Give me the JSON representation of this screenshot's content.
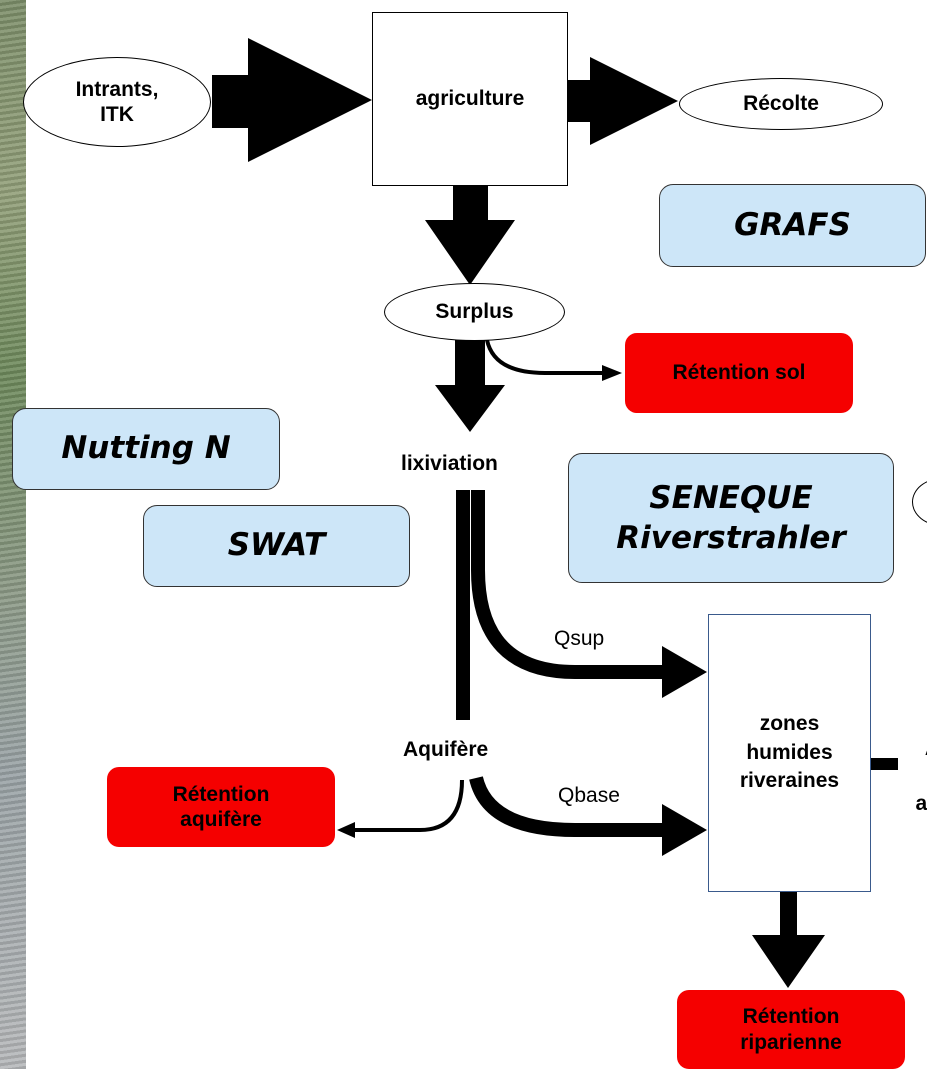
{
  "nodes": {
    "intrants": "Intrants,\nITK",
    "agriculture": "agriculture",
    "recolte": "Récolte",
    "surplus": "Surplus",
    "retention_sol": "Rétention sol",
    "lixiviation": "lixiviation",
    "aquifere": "Aquifère",
    "zones_humides": "zones\nhumides\nriveraines",
    "retention_aquifere": "Rétention\naquifère",
    "retention_riparienne": "Rétention\nriparienne",
    "partial_right_label": "A\nd\nau"
  },
  "flows": {
    "qsup": "Qsup",
    "qbase": "Qbase"
  },
  "models": {
    "grafs": "GRAFS",
    "nutting": "Nutting N",
    "swat": "SWAT",
    "seneque": "SENEQUE\nRiverstrahler"
  },
  "colors": {
    "model_fill": "#cde6f8",
    "retention_fill": "#f50000",
    "arrow": "#000000"
  }
}
